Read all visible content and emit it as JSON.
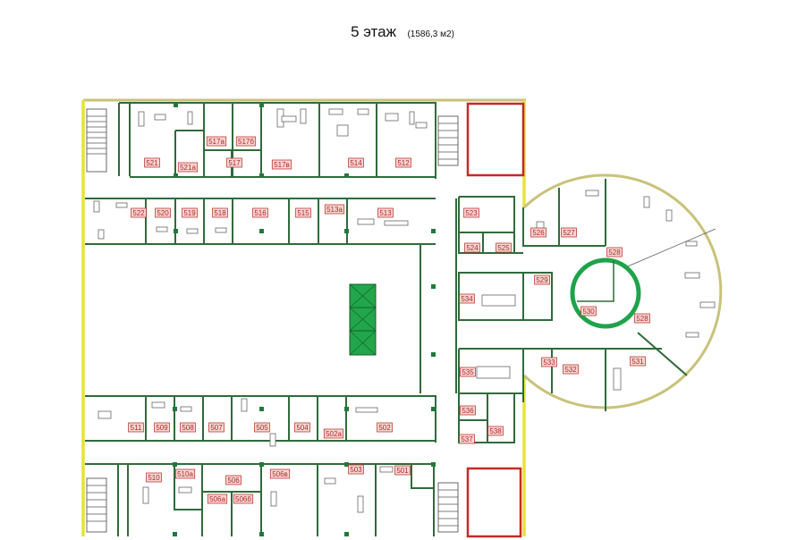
{
  "header": {
    "title": "5 этаж",
    "area": "(1586,3 м2)"
  },
  "rooms": {
    "r521": "521",
    "r521a": "521а",
    "r517a": "517а",
    "r517b": "517б",
    "r517": "517",
    "r517v": "517в",
    "r514": "514",
    "r512": "512",
    "r522": "522",
    "r520": "520",
    "r519": "519",
    "r518": "518",
    "r516": "516",
    "r515": "515",
    "r513a": "513а",
    "r513": "513",
    "r511": "511",
    "r509": "509",
    "r508": "508",
    "r507": "507",
    "r505": "505",
    "r504": "504",
    "r502a": "502а",
    "r502": "502",
    "r510": "510",
    "r510a": "510а",
    "r506": "506",
    "r506v": "506в",
    "r506a": "506а",
    "r506b": "506б",
    "r503": "503",
    "r501": "501",
    "r523": "523",
    "r524": "524",
    "r525": "525",
    "r526": "526",
    "r527": "527",
    "r528": "528",
    "r529": "529",
    "r534": "534",
    "r530": "530",
    "r528b": "528",
    "r533": "533",
    "r532": "532",
    "r531": "531",
    "r535": "535",
    "r536": "536",
    "r537": "537",
    "r538": "538"
  },
  "colors": {
    "walls": "#2f6b3b",
    "outline": "#e5e23a",
    "labels": "#b2261f",
    "elevator": "#1fa34a",
    "restricted": "#c42a2a"
  }
}
